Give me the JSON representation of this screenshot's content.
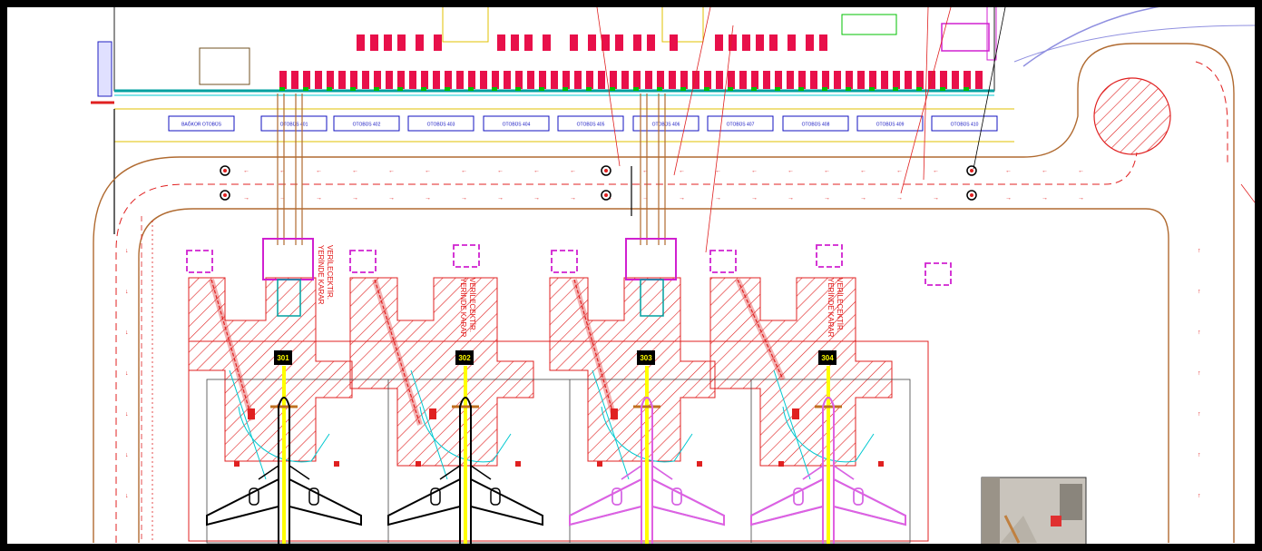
{
  "drawing": {
    "bus_gates": [
      "BAĞKOR OTOBÜS",
      "OTOBÜS 401",
      "OTOBÜS 402",
      "OTOBÜS 403",
      "OTOBÜS 404",
      "OTOBÜS 405",
      "OTOBÜS 406",
      "OTOBÜS 407",
      "OTOBÜS 408",
      "OTOBÜS 409",
      "OTOBÜS 410"
    ],
    "stands": [
      "301",
      "302",
      "303",
      "304"
    ],
    "notes": [
      {
        "line1": "YERİNDE KARAR",
        "line2": "VERİLECEKTİR."
      },
      {
        "line1": "YERİNDE KARAR",
        "line2": "VERİLECEKTİR."
      },
      {
        "line1": "YERİNDE KARAR",
        "line2": "VERİLECEKTİR."
      }
    ]
  },
  "colors": {
    "background": "#ffffff",
    "road": "#b06a30",
    "hatch": "#e02020",
    "building": "#e8104a",
    "jet_bridge": "#d020d0",
    "aircraft_new": "#000000",
    "aircraft_old": "#8080ff",
    "centerline": "#ffff00",
    "cyan": "#00c8d0"
  }
}
